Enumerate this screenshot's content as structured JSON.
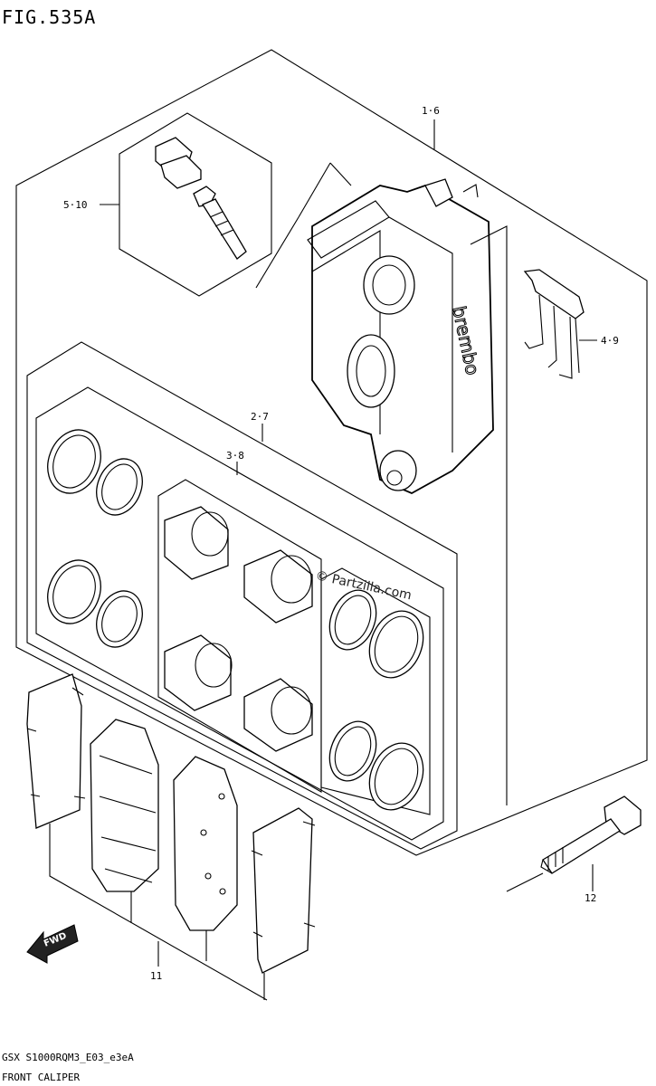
{
  "figure": {
    "title": "FIG.535A",
    "footer_code": "GSX  S1000RQM3_E03_e3eA",
    "footer_name": "FRONT CALIPER",
    "watermark": "© Partzilla.com",
    "caliper_logo": "brembo",
    "fwd_label": "FWD"
  },
  "callouts": [
    {
      "id": "c16",
      "text": "1·6"
    },
    {
      "id": "c510",
      "text": "5·10"
    },
    {
      "id": "c49",
      "text": "4·9"
    },
    {
      "id": "c27",
      "text": "2·7"
    },
    {
      "id": "c38",
      "text": "3·8"
    },
    {
      "id": "c11",
      "text": "11"
    },
    {
      "id": "c12",
      "text": "12"
    }
  ]
}
